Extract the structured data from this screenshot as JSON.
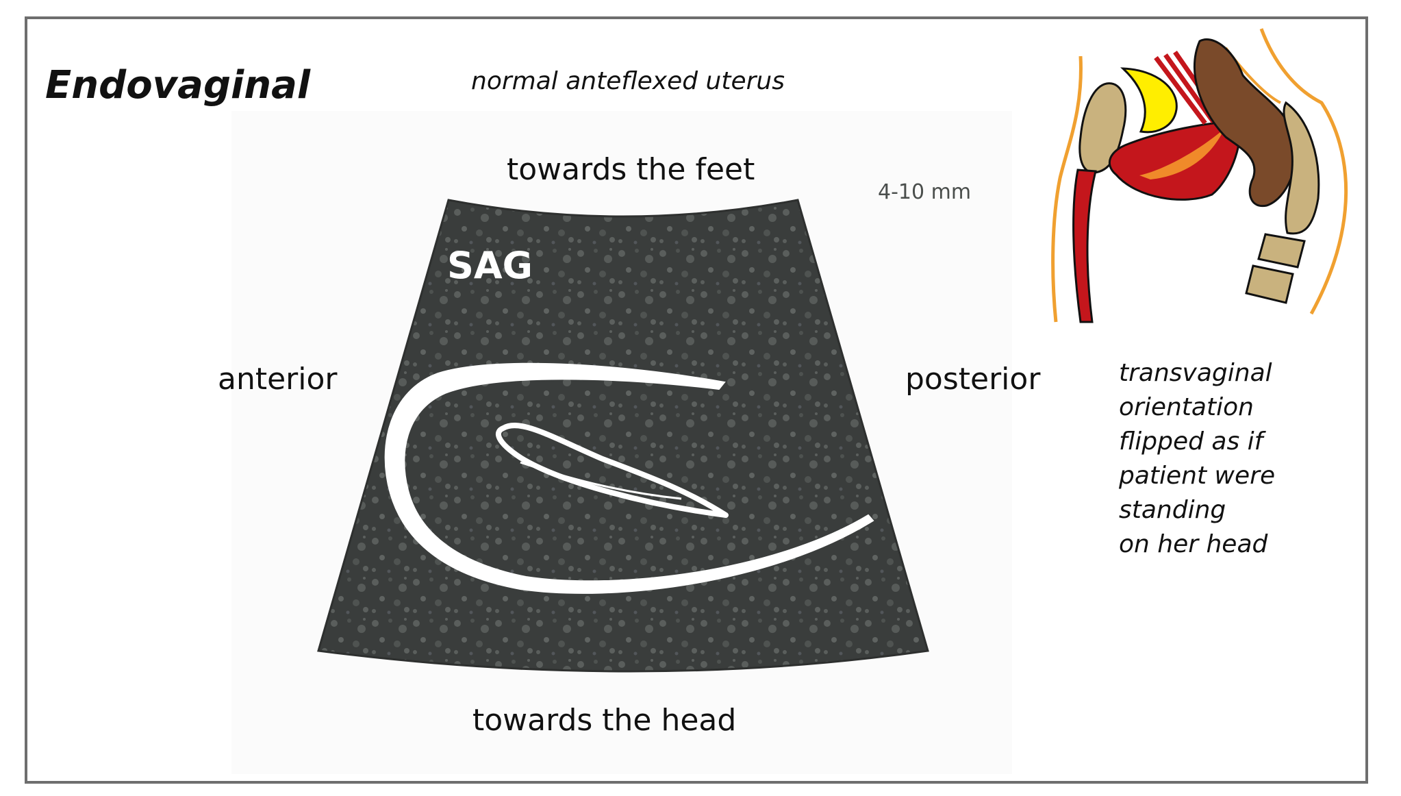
{
  "title": "Endovaginal",
  "subtitle": "normal anteflexed uterus",
  "directions": {
    "top": "towards the feet",
    "bottom": "towards the head",
    "left": "anterior",
    "right": "posterior"
  },
  "ultrasound": {
    "plane_label": "SAG",
    "depth_label": "4-10 mm"
  },
  "note_lines": [
    "transvaginal",
    "orientation",
    "flipped as if",
    "patient were",
    "standing",
    "on her head"
  ],
  "colors": {
    "frame": "#6e6e6e",
    "scan_background": "#3a3d3c",
    "scan_speckle": "#5a5e5c",
    "uterus_outline": "#ffffff",
    "skin_line": "#f0a030",
    "pubic_bone": "#c9b27e",
    "bladder": "#ffee00",
    "uterus_muscle": "#c4161c",
    "endometrium": "#f08a2a",
    "rectum": "#7a4a2a",
    "sacrum": "#c9b27e"
  }
}
